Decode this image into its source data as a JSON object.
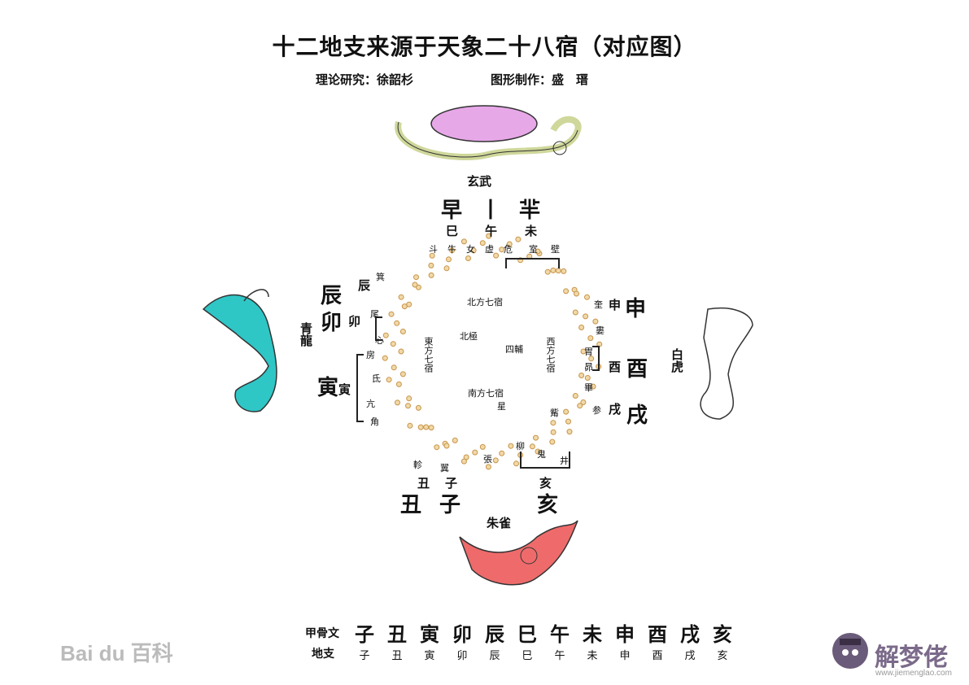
{
  "title": "十二地支来源于天象二十八宿（对应图）",
  "credits": {
    "theory": "理论研究：徐韶杉",
    "graphic": "图形制作：盛　瑨"
  },
  "north": {
    "beast": "玄武",
    "branches": [
      "巳",
      "午",
      "未"
    ],
    "glyphs": [
      "早",
      "丨",
      "羋"
    ],
    "mansions": [
      "斗",
      "牛",
      "女",
      "虚",
      "危",
      "室",
      "壁"
    ],
    "region": "北方七宿"
  },
  "east": {
    "beast": "青龍",
    "region": "東方七宿",
    "branches": [
      "辰",
      "卯",
      "寅"
    ],
    "glyphs": [
      "辰",
      "卯",
      "寅"
    ],
    "mansions": [
      "箕",
      "尾",
      "心",
      "房",
      "氐",
      "亢",
      "角"
    ]
  },
  "west": {
    "beast": "白虎",
    "region": "西方七宿",
    "branches": [
      "申",
      "酉",
      "戌"
    ],
    "glyphs": [
      "申",
      "酉",
      "戌"
    ],
    "mansions": [
      "奎",
      "婁",
      "胃",
      "昴",
      "畢",
      "参",
      "觜"
    ]
  },
  "south": {
    "beast": "朱雀",
    "region": "南方七宿",
    "branches": [
      "丑",
      "子",
      "亥"
    ],
    "glyphs": [
      "丑",
      "子",
      "亥"
    ],
    "mansions": [
      "軫",
      "翼",
      "張",
      "星",
      "柳",
      "鬼",
      "井"
    ]
  },
  "center": {
    "polaris": "北極",
    "sifu": "四輔"
  },
  "table": {
    "row1_label": "甲骨文",
    "row2_label": "地支",
    "bones": [
      "子",
      "丑",
      "寅",
      "卯",
      "辰",
      "巳",
      "午",
      "未",
      "申",
      "酉",
      "戌",
      "亥"
    ],
    "branches": [
      "子",
      "丑",
      "寅",
      "卯",
      "辰",
      "巳",
      "午",
      "未",
      "申",
      "酉",
      "戌",
      "亥"
    ]
  },
  "watermark_left": "Bai du 百科",
  "watermark_right": {
    "name": "解梦佬",
    "url": "www.jiemenglao.com"
  },
  "colors": {
    "star": "#d9a85a",
    "turtle": "#e7a8e8",
    "dragon": "#2fc6c6",
    "bird": "#ef6b6b",
    "tiger": "#ffffff"
  }
}
